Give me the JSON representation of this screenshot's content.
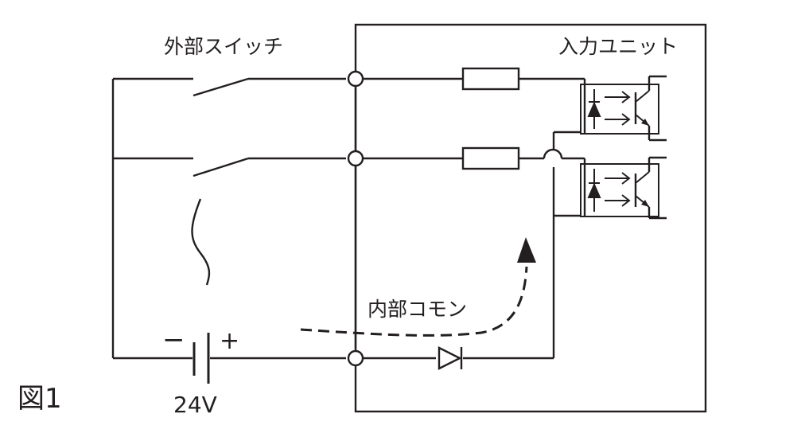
{
  "labels": {
    "external_switch": "外部スイッチ",
    "input_unit": "入力ユニット",
    "internal_common": "内部コモン",
    "minus": "−",
    "plus": "+",
    "voltage": "24V",
    "figure": "図1"
  },
  "colors": {
    "line": "#231f20",
    "background": "#ffffff"
  }
}
